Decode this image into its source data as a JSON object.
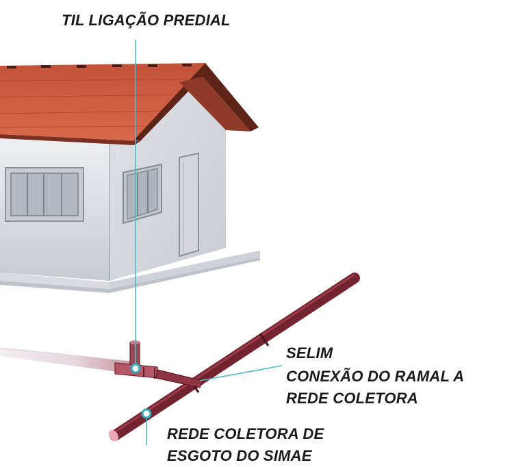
{
  "labels": {
    "top": "TIL LIGAÇÃO PREDIAL",
    "selim_line1": "SELIM",
    "selim_line2": "CONEXÃO DO RAMAL A",
    "selim_line3": "REDE COLETORA",
    "rede_line1": "REDE COLETORA DE",
    "rede_line2": "ESGOTO DO SIMAE"
  },
  "colors": {
    "roof": "#c9573a",
    "roof_dark": "#6b2a1e",
    "wall": "#e4e6ea",
    "wall_shade": "#b9bcc4",
    "pipe": "#7a2630",
    "pipe_light": "#c4566a",
    "leader": "#53b8c4",
    "text": "#1a1a1a"
  }
}
